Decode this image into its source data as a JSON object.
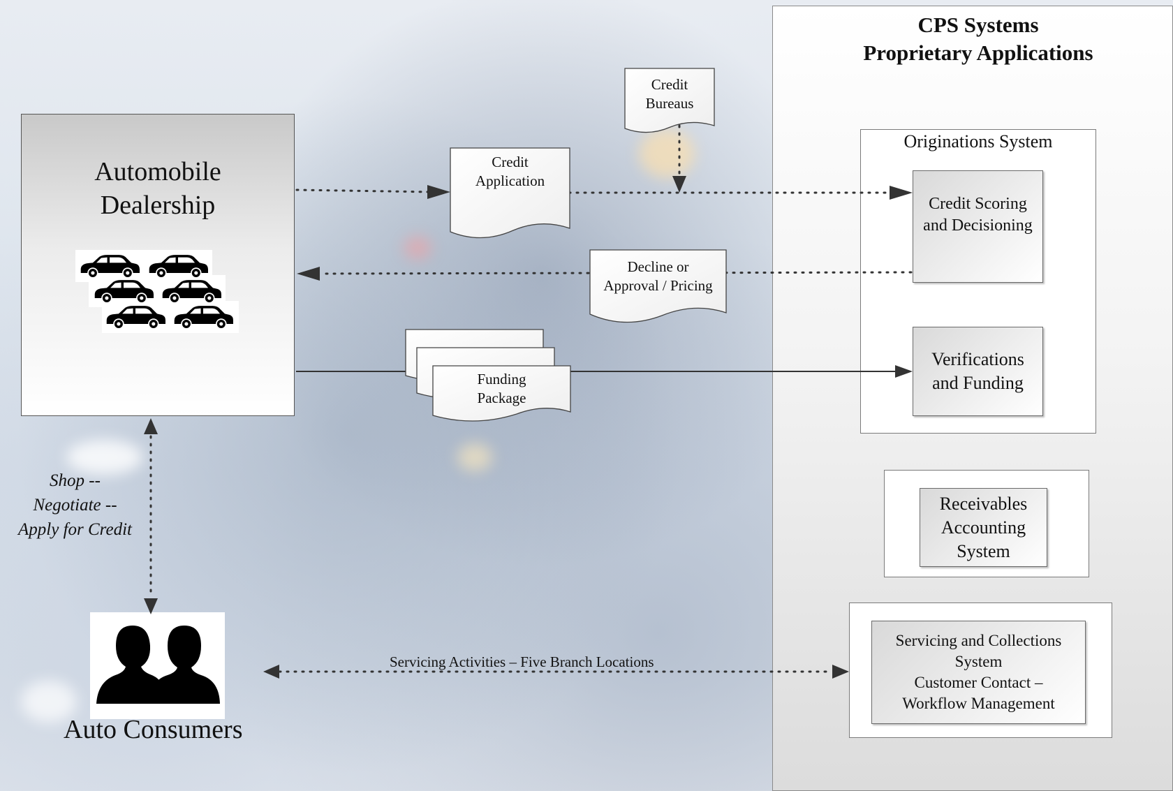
{
  "cps": {
    "title_line1": "CPS Systems",
    "title_line2": "Proprietary Applications"
  },
  "originations": {
    "label": "Originations System",
    "credit_scoring": [
      "Credit Scoring",
      "and Decisioning"
    ],
    "verifications": [
      "Verifications",
      "and Funding"
    ]
  },
  "receivables": [
    "Receivables",
    "Accounting",
    "System"
  ],
  "servicing": [
    "Servicing and Collections",
    "System",
    "Customer Contact –",
    "Workflow Management"
  ],
  "dealership": {
    "title_line1": "Automobile",
    "title_line2": "Dealership"
  },
  "documents": {
    "credit_bureaus": [
      "Credit",
      "Bureaus"
    ],
    "credit_application": [
      "Credit",
      "Application"
    ],
    "decline_approval": [
      "Decline or",
      "Approval / Pricing"
    ],
    "funding_package": [
      "Funding",
      "Package"
    ]
  },
  "consumer_flow": [
    "Shop --",
    "Negotiate --",
    "Apply for Credit"
  ],
  "consumers": {
    "label": "Auto Consumers"
  },
  "servicing_activities": "Servicing Activities – Five Branch Locations",
  "icons": [
    "cars-icon",
    "consumers-icon"
  ]
}
